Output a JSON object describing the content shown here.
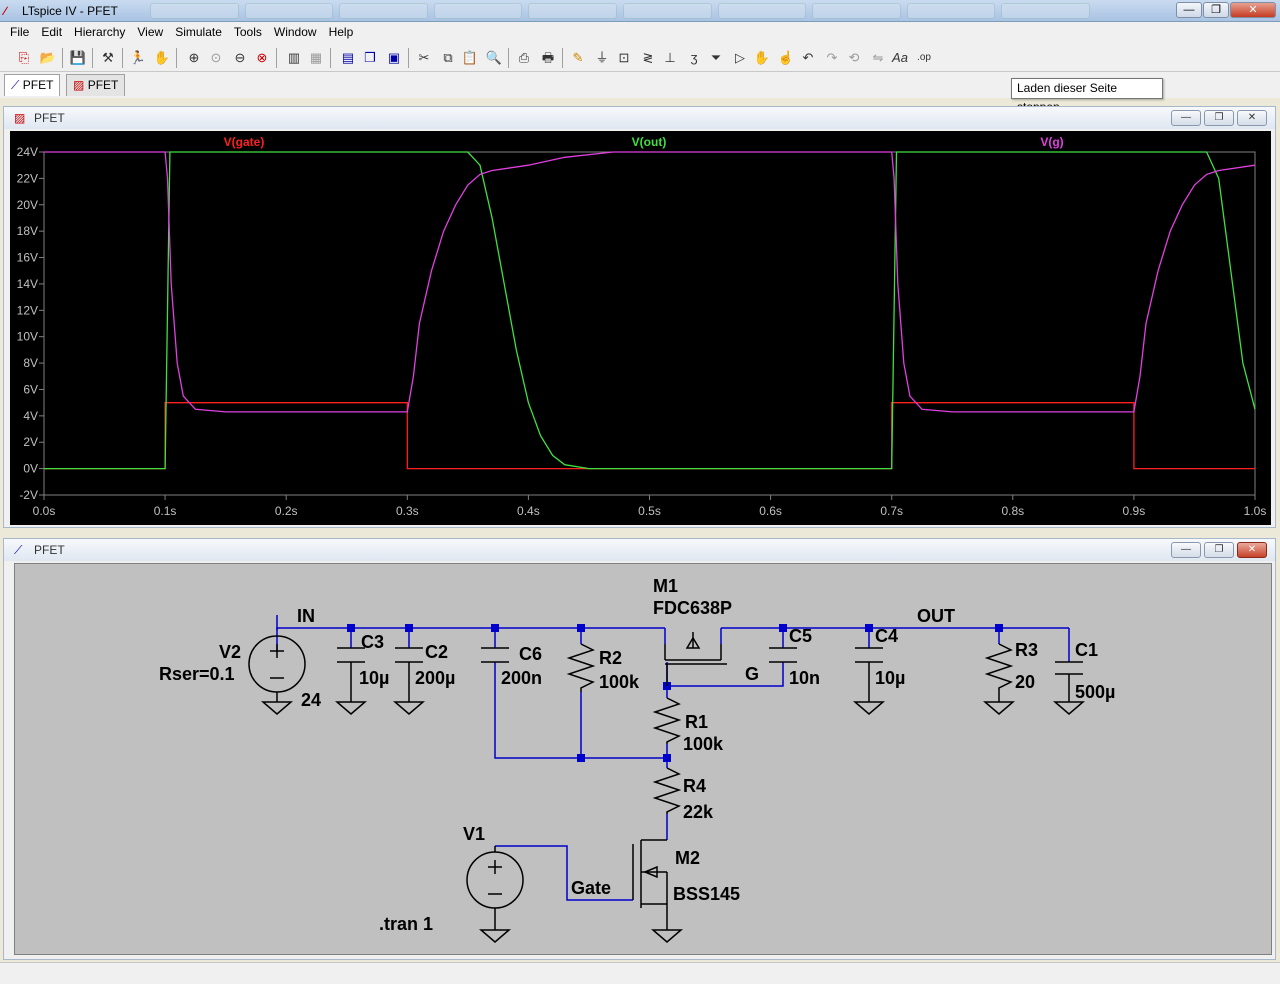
{
  "app": {
    "title": "LTspice IV - PFET",
    "logo_icon": "ltspice-logo-icon"
  },
  "menu": [
    "File",
    "Edit",
    "Hierarchy",
    "View",
    "Simulate",
    "Tools",
    "Window",
    "Help"
  ],
  "doc_tabs": [
    {
      "label": "PFET",
      "icon": "schematic-icon"
    },
    {
      "label": "PFET",
      "icon": "waveform-icon"
    }
  ],
  "tooltip": "Laden dieser Seite stoppen",
  "waveform_window": {
    "title": "PFET"
  },
  "schematic_window": {
    "title": "PFET"
  },
  "colors": {
    "plot_bg": "#000000",
    "gate": "#ff2020",
    "out": "#40e040",
    "g": "#e040e0",
    "wire": "#0000cc",
    "component": "#000000",
    "schematic_bg": "#c0c0c0"
  },
  "chart_data": {
    "type": "line",
    "xlim": [
      0,
      1.0
    ],
    "ylim": [
      -2,
      24
    ],
    "x_ticks": [
      "0.0s",
      "0.1s",
      "0.2s",
      "0.3s",
      "0.4s",
      "0.5s",
      "0.6s",
      "0.7s",
      "0.8s",
      "0.9s",
      "1.0s"
    ],
    "y_ticks": [
      "24V",
      "22V",
      "20V",
      "18V",
      "16V",
      "14V",
      "12V",
      "10V",
      "8V",
      "6V",
      "4V",
      "2V",
      "0V",
      "-2V"
    ],
    "series": [
      {
        "name": "V(gate)",
        "color": "#ff2020",
        "x": [
          0,
          0.1,
          0.1,
          0.3,
          0.3,
          0.7,
          0.7,
          0.9,
          0.9,
          1.0
        ],
        "y": [
          0,
          0,
          5,
          5,
          0,
          0,
          5,
          5,
          0,
          0
        ]
      },
      {
        "name": "V(out)",
        "color": "#40e040",
        "x": [
          0,
          0.1,
          0.104,
          0.35,
          0.36,
          0.37,
          0.38,
          0.39,
          0.4,
          0.41,
          0.42,
          0.43,
          0.45,
          0.7,
          0.704,
          0.96,
          0.97,
          0.98,
          0.99,
          1.0
        ],
        "y": [
          0,
          0,
          24,
          24,
          23,
          19,
          14,
          9,
          5,
          2.5,
          1,
          0.3,
          0,
          0,
          24,
          24,
          22,
          15,
          8,
          4.5
        ]
      },
      {
        "name": "V(g)",
        "color": "#e040e0",
        "x": [
          0,
          0.1,
          0.102,
          0.105,
          0.11,
          0.115,
          0.125,
          0.15,
          0.3,
          0.305,
          0.31,
          0.32,
          0.33,
          0.34,
          0.35,
          0.36,
          0.37,
          0.4,
          0.43,
          0.47,
          0.7,
          0.702,
          0.705,
          0.71,
          0.715,
          0.725,
          0.75,
          0.9,
          0.905,
          0.91,
          0.92,
          0.93,
          0.94,
          0.95,
          0.96,
          0.97,
          1.0
        ],
        "y": [
          24,
          24,
          22,
          14,
          8,
          5.5,
          4.5,
          4.3,
          4.3,
          7,
          11,
          15,
          18,
          20,
          21.5,
          22.3,
          22.6,
          23,
          23.6,
          24,
          24,
          22,
          14,
          8,
          5.5,
          4.5,
          4.3,
          4.3,
          7,
          11,
          15,
          18,
          20,
          21.5,
          22.3,
          22.6,
          23
        ]
      }
    ]
  },
  "schematic": {
    "net_labels": {
      "in": "IN",
      "out": "OUT",
      "g": "G",
      "gate": "Gate"
    },
    "directive": ".tran 1",
    "v2": {
      "name": "V2",
      "value": "24",
      "rser": "Rser=0.1"
    },
    "v1": {
      "name": "V1"
    },
    "m1": {
      "name": "M1",
      "model": "FDC638P"
    },
    "m2": {
      "name": "M2",
      "model": "BSS145"
    },
    "c3": {
      "name": "C3",
      "value": "10µ"
    },
    "c2": {
      "name": "C2",
      "value": "200µ"
    },
    "c6": {
      "name": "C6",
      "value": "200n"
    },
    "r2": {
      "name": "R2",
      "value": "100k"
    },
    "c5": {
      "name": "C5",
      "value": "10n"
    },
    "c4": {
      "name": "C4",
      "value": "10µ"
    },
    "r3": {
      "name": "R3",
      "value": "20"
    },
    "c1": {
      "name": "C1",
      "value": "500µ"
    },
    "r1": {
      "name": "R1",
      "value": "100k"
    },
    "r4": {
      "name": "R4",
      "value": "22k"
    }
  }
}
